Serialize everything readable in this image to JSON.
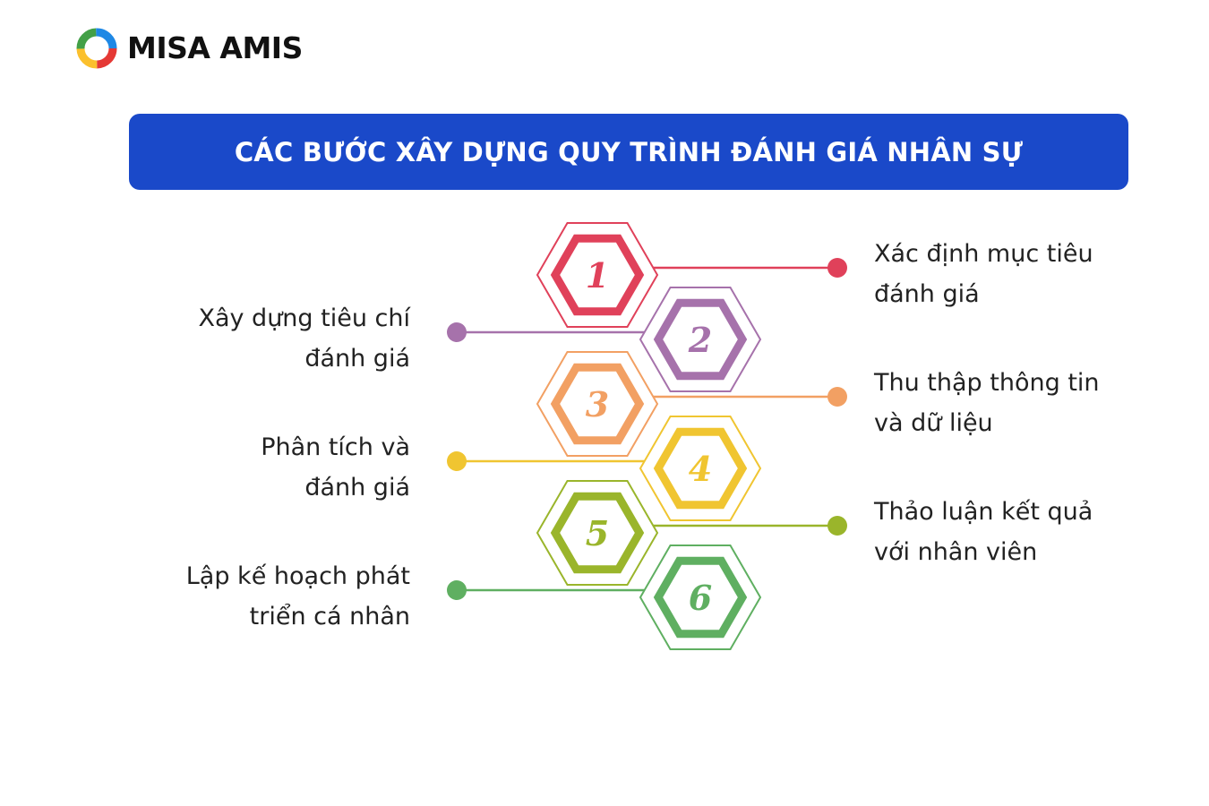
{
  "brand": {
    "name": "MISA AMIS",
    "logo_icon": "misa-ring-logo"
  },
  "header": {
    "title": "CÁC BƯỚC XÂY DỰNG QUY TRÌNH ĐÁNH GIÁ NHÂN SỰ",
    "background_color": "#1a49c9"
  },
  "steps": [
    {
      "number": "1",
      "color": "#e0415a",
      "side": "right",
      "lines": [
        "Xác định mục tiêu",
        "đánh giá"
      ]
    },
    {
      "number": "2",
      "color": "#a672ab",
      "side": "left",
      "lines": [
        "Xây dựng tiêu chí",
        "đánh giá"
      ]
    },
    {
      "number": "3",
      "color": "#f2a063",
      "side": "right",
      "lines": [
        "Thu thập thông tin",
        "và dữ liệu"
      ]
    },
    {
      "number": "4",
      "color": "#f0c531",
      "side": "left",
      "lines": [
        "Phân tích và",
        "đánh giá"
      ]
    },
    {
      "number": "5",
      "color": "#9ab52b",
      "side": "right",
      "lines": [
        "Thảo luận kết quả",
        "với nhân viên"
      ]
    },
    {
      "number": "6",
      "color": "#5faf61",
      "side": "left",
      "lines": [
        "Lập kế hoạch phát",
        "triển cá nhân"
      ]
    }
  ]
}
